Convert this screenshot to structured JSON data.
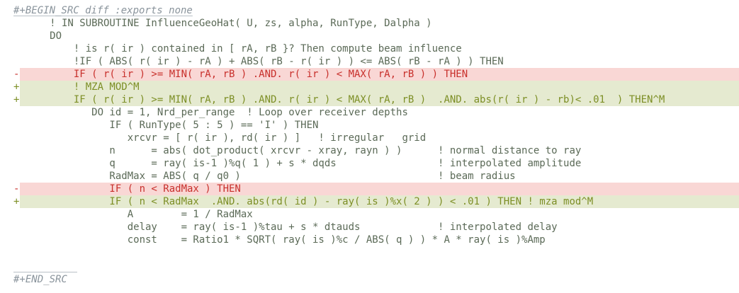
{
  "begin_src": "#+BEGIN_SRC diff :exports none",
  "end_src": "#+END_SRC",
  "lines": [
    {
      "type": "context",
      "marker": "",
      "text": "     ! IN SUBROUTINE InfluenceGeoHat( U, zs, alpha, RunType, Dalpha )"
    },
    {
      "type": "context",
      "marker": "",
      "text": "     DO"
    },
    {
      "type": "context",
      "marker": "",
      "text": "         ! is r( ir ) contained in [ rA, rB }? Then compute beam influence"
    },
    {
      "type": "context",
      "marker": "",
      "text": "         !IF ( ABS( r( ir ) - rA ) + ABS( rB - r( ir ) ) <= ABS( rB - rA ) ) THEN"
    },
    {
      "type": "removed",
      "marker": "-",
      "text": "         IF ( r( ir ) >= MIN( rA, rB ) .AND. r( ir ) < MAX( rA, rB ) ) THEN"
    },
    {
      "type": "added",
      "marker": "+",
      "text": "         ! MZA MOD^M"
    },
    {
      "type": "added",
      "marker": "+",
      "text": "         IF ( r( ir ) >= MIN( rA, rB ) .AND. r( ir ) < MAX( rA, rB )  .AND. abs(r( ir ) - rb)< .01  ) THEN^M"
    },
    {
      "type": "context",
      "marker": "",
      "text": "            DO id = 1, Nrd_per_range  ! Loop over receiver depths"
    },
    {
      "type": "context",
      "marker": "",
      "text": "               IF ( RunType( 5 : 5 ) == 'I' ) THEN"
    },
    {
      "type": "context",
      "marker": "",
      "text": "                  xrcvr = [ r( ir ), rd( ir ) ]   ! irregular   grid"
    },
    {
      "type": "context",
      "marker": "",
      "text": "               n      = abs( dot_product( xrcvr - xray, rayn ) )      ! normal distance to ray"
    },
    {
      "type": "context",
      "marker": "",
      "text": "               q      = ray( is-1 )%q( 1 ) + s * dqds                 ! interpolated amplitude"
    },
    {
      "type": "context",
      "marker": "",
      "text": "               RadMax = ABS( q / q0 )                                 ! beam radius"
    },
    {
      "type": "removed",
      "marker": "-",
      "text": "               IF ( n < RadMax ) THEN"
    },
    {
      "type": "added",
      "marker": "+",
      "text": "               IF ( n < RadMax  .AND. abs(rd( id ) - ray( is )%x( 2 ) ) < .01 ) THEN ! mza mod^M"
    },
    {
      "type": "context",
      "marker": "",
      "text": "                  A        = 1 / RadMax"
    },
    {
      "type": "context",
      "marker": "",
      "text": "                  delay    = ray( is-1 )%tau + s * dtauds             ! interpolated delay"
    },
    {
      "type": "context",
      "marker": "",
      "text": "                  const    = Ratio1 * SQRT( ray( is )%c / ABS( q ) ) * A * ray( is )%Amp"
    }
  ]
}
